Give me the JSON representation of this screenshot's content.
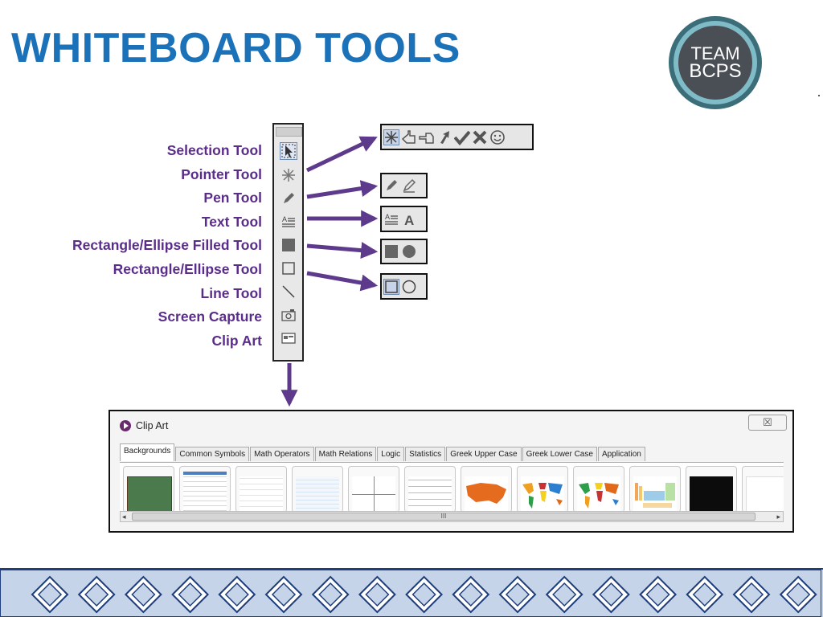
{
  "slide": {
    "title": "WHITEBOARD TOOLS"
  },
  "logo": {
    "line1": "TEAM",
    "line2": "BCPS"
  },
  "tool_labels": [
    "Selection Tool",
    "Pointer Tool",
    "Pen Tool",
    "Text Tool",
    "Rectangle/Ellipse Filled Tool",
    "Rectangle/Ellipse Tool",
    "Line Tool",
    "Screen Capture",
    "Clip Art"
  ],
  "toolbar_icons": [
    "selection-arrow-icon",
    "pointer-burst-icon",
    "pen-icon",
    "text-icon",
    "filled-rectangle-icon",
    "rectangle-outline-icon",
    "line-icon",
    "camera-icon",
    "clip-art-image-icon"
  ],
  "flyouts": {
    "pointer": [
      "burst-icon",
      "hand-point-icon",
      "hand-left-icon",
      "arrow-icon",
      "checkmark-icon",
      "x-mark-icon",
      "smiley-icon"
    ],
    "pen": [
      "pen-icon",
      "highlighter-icon"
    ],
    "text": [
      "text-lines-icon",
      "letter-a-icon"
    ],
    "filled_shapes": [
      "filled-square-icon",
      "filled-circle-icon"
    ],
    "outline_shapes": [
      "outline-square-icon",
      "outline-circle-icon"
    ]
  },
  "clip_art": {
    "title": "Clip Art",
    "close_glyph": "☒",
    "tabs": [
      "Backgrounds",
      "Common Symbols",
      "Math Operators",
      "Math Relations",
      "Logic",
      "Statistics",
      "Greek Upper Case",
      "Greek Lower Case",
      "Application"
    ],
    "active_tab": "Backgrounds",
    "thumbnails": [
      "green-chalkboard",
      "table-grid",
      "blank-grid",
      "light-blue-grid",
      "coordinate-axes",
      "lined-paper",
      "us-map-orange",
      "world-map-color",
      "world-map-alt",
      "periodic-table",
      "black-board",
      "blank-white"
    ],
    "scroll_grip": "III"
  },
  "colors": {
    "title_blue": "#1b72b9",
    "label_purple": "#5b2d8a",
    "arrow_purple": "#5e3a8c",
    "footer_fill": "#c5d4e8",
    "footer_stroke": "#1e3d7a"
  }
}
